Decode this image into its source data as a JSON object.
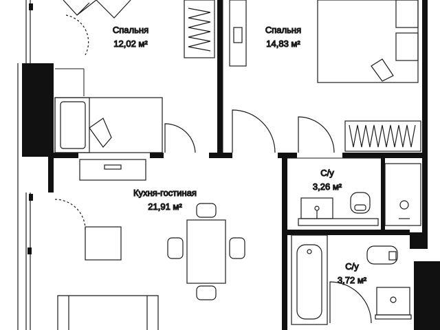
{
  "colors": {
    "wall": "#111111",
    "line": "#1a1a1a",
    "background": "#ffffff"
  },
  "rooms": [
    {
      "name": "Спальня",
      "area": "12,02 м²"
    },
    {
      "name": "Спальня",
      "area": "14,83 м²"
    },
    {
      "name": "Кухня-гостиная",
      "area": "21,91 м²"
    },
    {
      "name": "С/у",
      "area": "3,26 м²"
    },
    {
      "name": "С/у",
      "area": "3,72 м²"
    }
  ],
  "icons": [
    "bed-icon",
    "wardrobe-icon",
    "dining-table-icon",
    "sofa-icon",
    "bathtub-icon",
    "sink-icon",
    "toilet-icon",
    "shower-icon",
    "door-swing-icon",
    "window-icon"
  ]
}
